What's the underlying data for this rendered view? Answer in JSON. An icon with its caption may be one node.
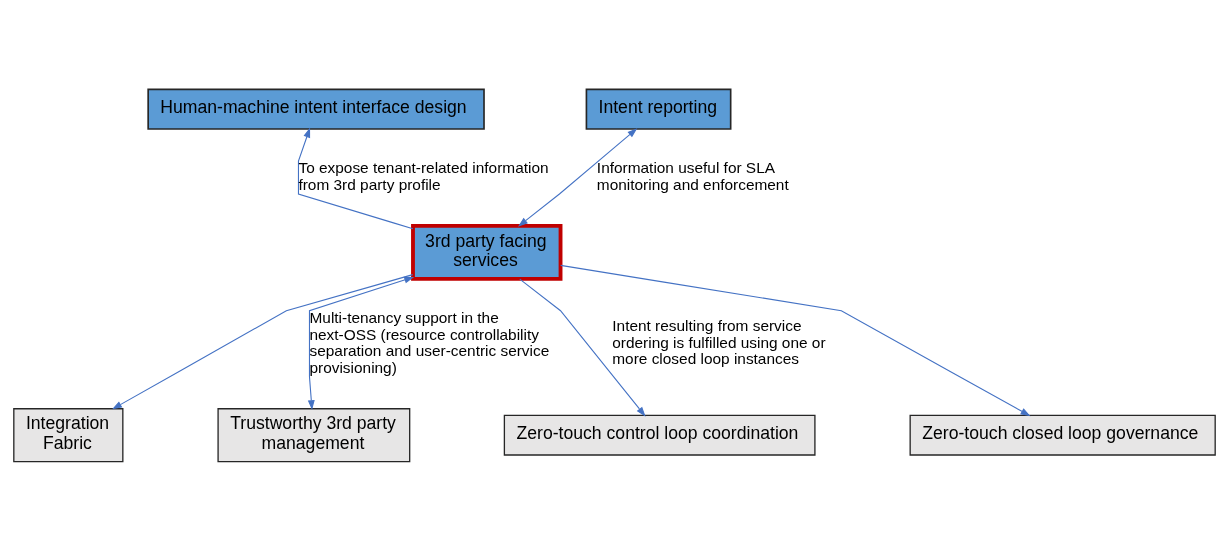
{
  "diagram": {
    "nodes": [
      {
        "text": [
          "Human-machine intent interface design"
        ]
      },
      {
        "text": [
          "Intent reporting"
        ]
      },
      {
        "text": [
          "Integration Fabric"
        ]
      },
      {
        "text": [
          "3rd party facing services"
        ]
      },
      {
        "text": [
          "Trustworthy 3rd party management"
        ]
      },
      {
        "text": [
          "Zero-touch control loop coordination"
        ]
      },
      {
        "text": [
          "Zero-touch closed loop governance"
        ]
      }
    ],
    "edges": [
      {
        "from": 3,
        "to": 0,
        "arrow": "to",
        "label": "To expose tenant-related information from 3rd party profile"
      },
      {
        "from": 3,
        "to": 1,
        "arrow": "both",
        "label": "Information useful for SLA monitoring and enforcement"
      },
      {
        "from": 3,
        "to": 2,
        "arrow": "to"
      },
      {
        "from": 3,
        "to": 4,
        "arrow": "both",
        "label": "Multi-tenancy support in the next-OSS (resource controllability separation and user-centric service provisioning)"
      },
      {
        "from": 3,
        "to": 5,
        "arrow": "to",
        "label": "Intent resulting from service ordering is fulfilled using one or more closed loop instances"
      },
      {
        "from": 3,
        "to": 6,
        "arrow": "to"
      }
    ]
  }
}
